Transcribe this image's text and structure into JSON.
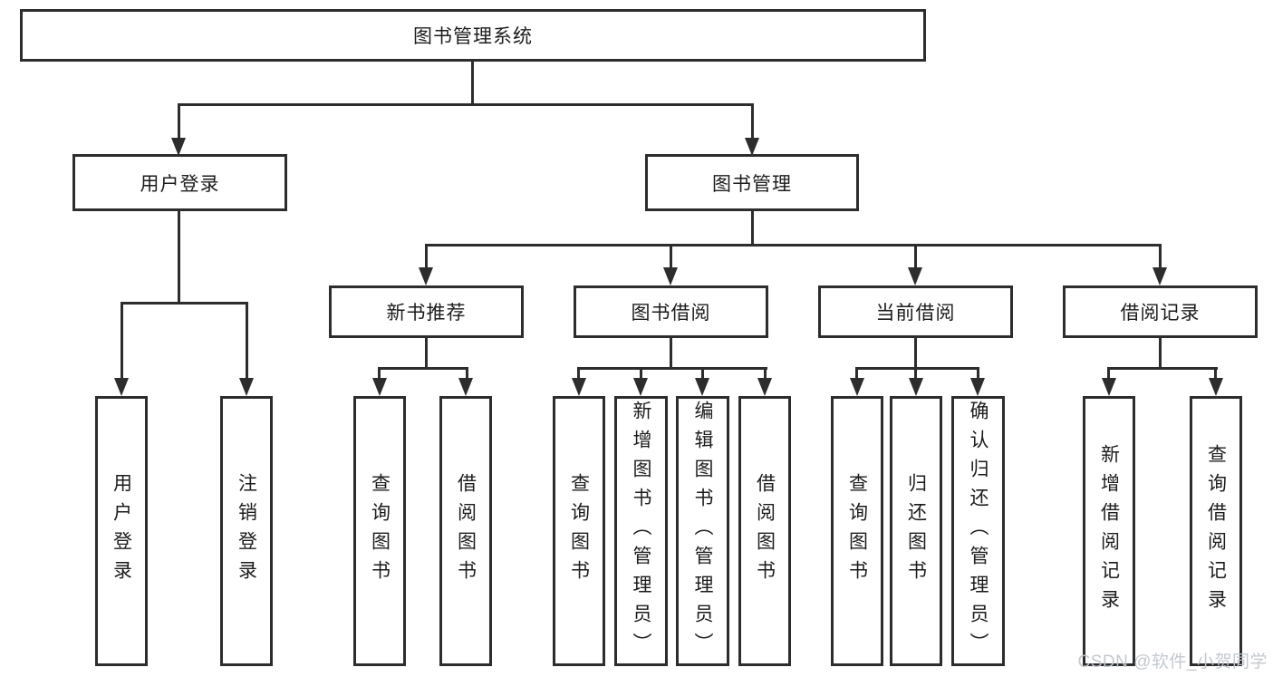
{
  "diagram_title": "图书管理系统",
  "tree": {
    "label": "图书管理系统",
    "children": [
      {
        "label": "用户登录",
        "children": [
          {
            "label": "用户登录"
          },
          {
            "label": "注销登录"
          }
        ]
      },
      {
        "label": "图书管理",
        "children": [
          {
            "label": "新书推荐",
            "children": [
              {
                "label": "查询图书"
              },
              {
                "label": "借阅图书"
              }
            ]
          },
          {
            "label": "图书借阅",
            "children": [
              {
                "label": "查询图书"
              },
              {
                "label": "新增图书（管理员）"
              },
              {
                "label": "编辑图书（管理员）"
              },
              {
                "label": "借阅图书"
              }
            ]
          },
          {
            "label": "当前借阅",
            "children": [
              {
                "label": "查询图书"
              },
              {
                "label": "归还图书"
              },
              {
                "label": "确认归还（管理员）"
              }
            ]
          },
          {
            "label": "借阅记录",
            "children": [
              {
                "label": "新增借阅记录"
              },
              {
                "label": "查询借阅记录"
              }
            ]
          }
        ]
      }
    ]
  },
  "watermark": {
    "text": "CSDN @软件_小贺同学"
  },
  "colors": {
    "background": "#ffffff",
    "box_border": "#2d2d2d",
    "box_fill": "#ffffff",
    "connector": "#2d2d2d",
    "text": "#1c1c1c",
    "watermark": "#c1c6cd"
  }
}
